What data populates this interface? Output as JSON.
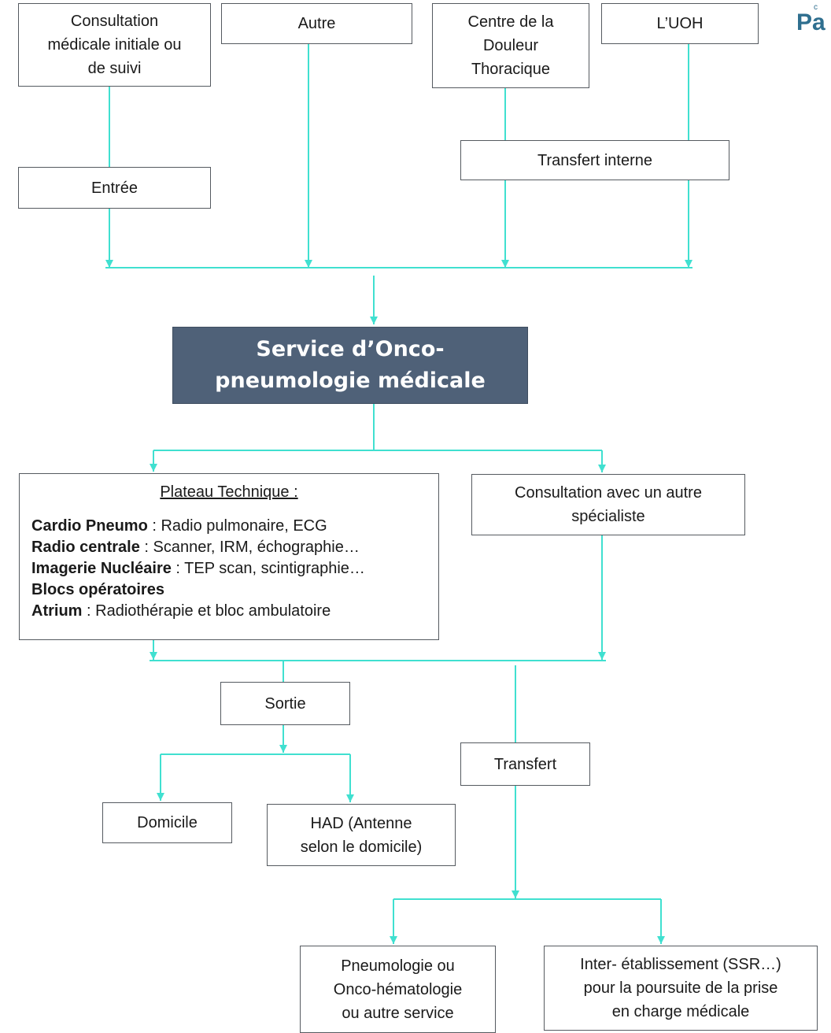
{
  "nodes": {
    "consultation_initiale": "Consultation\nmédicale initiale ou\nde suivi",
    "autre": "Autre",
    "centre_douleur": "Centre de la\nDouleur\nThoracique",
    "uoh": "L’UOH",
    "entree": "Entrée",
    "transfert_interne": "Transfert interne",
    "service": "Service d’Onco-\npneumologie médicale",
    "consultation_specialiste": "Consultation avec un autre\nspécialiste",
    "sortie": "Sortie",
    "transfert": "Transfert",
    "domicile": "Domicile",
    "had": "HAD (Antenne\nselon le domicile)",
    "pneumologie": "Pneumologie ou\nOnco-hématologie\nou autre service",
    "inter_etablissement": "Inter- établissement (SSR…)\npour la poursuite de la prise\nen charge médicale"
  },
  "plateau": {
    "title": "Plateau Technique :",
    "rows": [
      {
        "label": "Cardio Pneumo",
        "text": " : Radio pulmonaire, ECG"
      },
      {
        "label": "Radio centrale",
        "text": " : Scanner, IRM, échographie…"
      },
      {
        "label": "Imagerie Nucléaire",
        "text": " : TEP scan, scintigraphie…"
      },
      {
        "label": "Blocs opératoires",
        "text": ""
      },
      {
        "label": "Atrium",
        "text": " : Radiothérapie et bloc ambulatoire"
      }
    ]
  },
  "brand": {
    "text": "Pa",
    "small": "c"
  },
  "colors": {
    "connector": "#40e0d0",
    "service_fill": "#4f6178",
    "border": "#555a60"
  }
}
